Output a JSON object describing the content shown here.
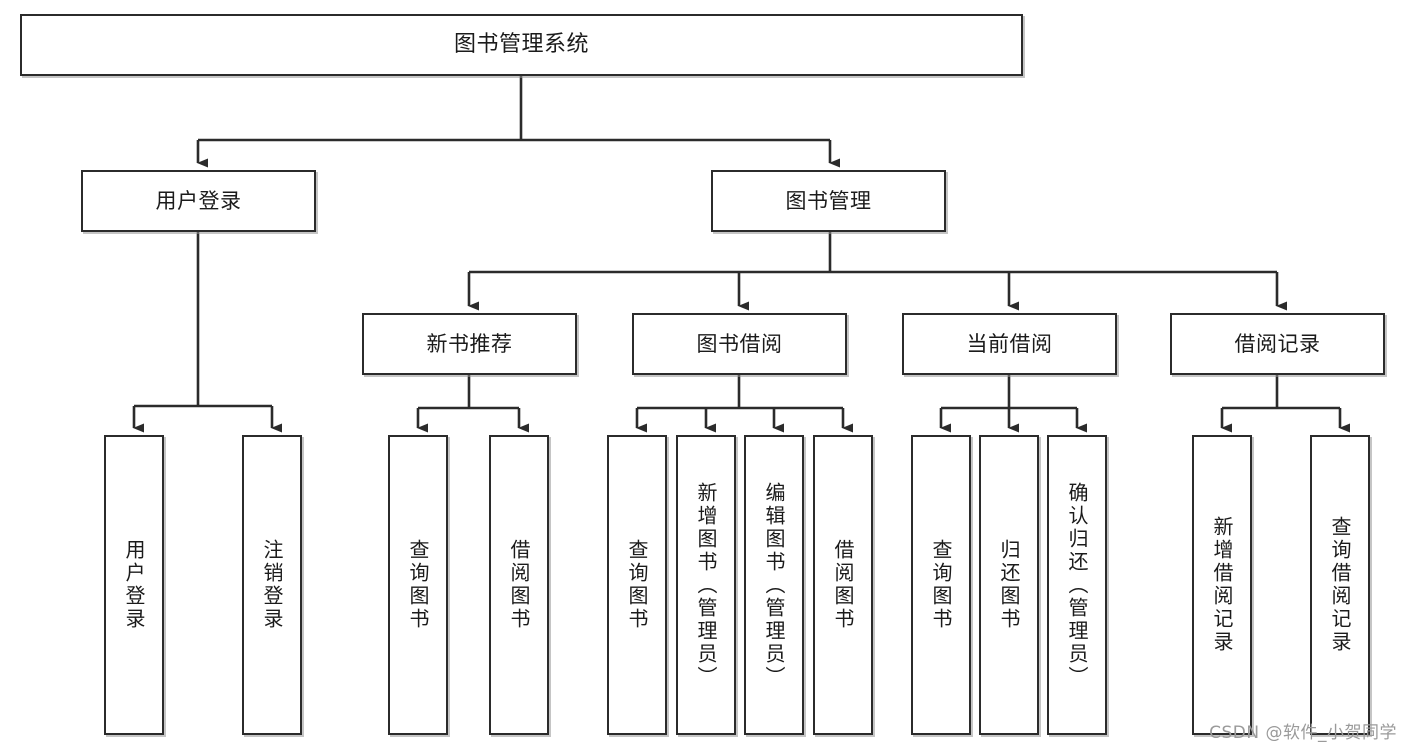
{
  "diagram": {
    "title": "图书管理系统",
    "type": "tree-hierarchy-chart",
    "orientation": "top-down",
    "colors": {
      "box_border": "#2b2b2b",
      "box_fill": "#ffffff",
      "edge": "#2b2b2b",
      "watermark": "#9a9a9a",
      "background": "#ffffff"
    }
  },
  "nodes": {
    "root": {
      "label": "图书管理系统"
    },
    "level2": [
      {
        "id": "user-login",
        "label": "用户登录"
      },
      {
        "id": "book-manage",
        "label": "图书管理"
      }
    ],
    "level3": [
      {
        "id": "new-book-recommend",
        "label": "新书推荐"
      },
      {
        "id": "book-borrow",
        "label": "图书借阅"
      },
      {
        "id": "current-borrow",
        "label": "当前借阅"
      },
      {
        "id": "borrow-record",
        "label": "借阅记录"
      }
    ],
    "leaves": {
      "user-login": [
        {
          "id": "leaf-user-login",
          "label": "用户登录"
        },
        {
          "id": "leaf-logout",
          "label": "注销登录"
        }
      ],
      "new-book-recommend": [
        {
          "id": "leaf-query-book-1",
          "label": "查询图书"
        },
        {
          "id": "leaf-borrow-book-1",
          "label": "借阅图书"
        }
      ],
      "book-borrow": [
        {
          "id": "leaf-query-book-2",
          "label": "查询图书"
        },
        {
          "id": "leaf-add-book",
          "label": "新增图书（管理员）"
        },
        {
          "id": "leaf-edit-book",
          "label": "编辑图书（管理员）"
        },
        {
          "id": "leaf-borrow-book-2",
          "label": "借阅图书"
        }
      ],
      "current-borrow": [
        {
          "id": "leaf-query-book-3",
          "label": "查询图书"
        },
        {
          "id": "leaf-return-book",
          "label": "归还图书"
        },
        {
          "id": "leaf-confirm-return",
          "label": "确认归还（管理员）"
        }
      ],
      "borrow-record": [
        {
          "id": "leaf-add-record",
          "label": "新增借阅记录"
        },
        {
          "id": "leaf-query-record",
          "label": "查询借阅记录"
        }
      ]
    }
  },
  "watermark": {
    "text": "CSDN @软件_小贺同学"
  },
  "chart_data": {
    "type": "tree",
    "title": "图书管理系统",
    "root": "图书管理系统",
    "edges": [
      [
        "图书管理系统",
        "用户登录"
      ],
      [
        "图书管理系统",
        "图书管理"
      ],
      [
        "用户登录",
        "用户登录 (叶)"
      ],
      [
        "用户登录",
        "注销登录"
      ],
      [
        "图书管理",
        "新书推荐"
      ],
      [
        "图书管理",
        "图书借阅"
      ],
      [
        "图书管理",
        "当前借阅"
      ],
      [
        "图书管理",
        "借阅记录"
      ],
      [
        "新书推荐",
        "查询图书"
      ],
      [
        "新书推荐",
        "借阅图书"
      ],
      [
        "图书借阅",
        "查询图书"
      ],
      [
        "图书借阅",
        "新增图书（管理员）"
      ],
      [
        "图书借阅",
        "编辑图书（管理员）"
      ],
      [
        "图书借阅",
        "借阅图书"
      ],
      [
        "当前借阅",
        "查询图书"
      ],
      [
        "当前借阅",
        "归还图书"
      ],
      [
        "当前借阅",
        "确认归还（管理员）"
      ],
      [
        "借阅记录",
        "新增借阅记录"
      ],
      [
        "借阅记录",
        "查询借阅记录"
      ]
    ],
    "depth": 4,
    "leaf_count": 13
  }
}
